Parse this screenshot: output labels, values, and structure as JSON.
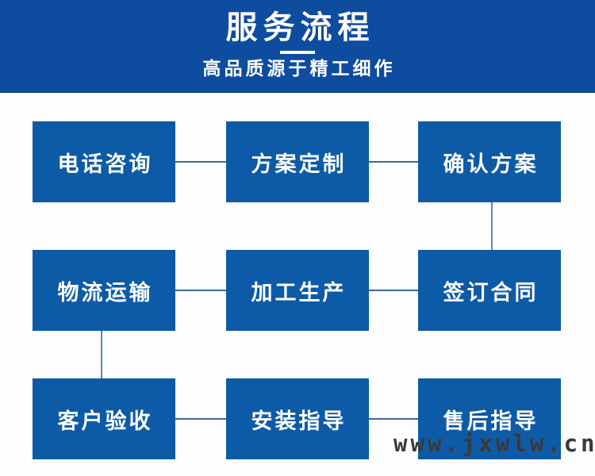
{
  "header": {
    "title": "服务流程",
    "subtitle": "高品质源于精工细作"
  },
  "flow": {
    "steps": [
      {
        "label": "电话咨询"
      },
      {
        "label": "方案定制"
      },
      {
        "label": "确认方案"
      },
      {
        "label": "物流运输"
      },
      {
        "label": "加工生产"
      },
      {
        "label": "签订合同"
      },
      {
        "label": "客户验收"
      },
      {
        "label": "安装指导"
      },
      {
        "label": "售后指导"
      }
    ]
  },
  "watermark": {
    "text": "www.jxwlw.cn"
  },
  "colors": {
    "header-bg": "#0e4c9f",
    "box-bg": "#0d5ba6",
    "box-text": "#ffffff",
    "line-h": "#3a699c",
    "line-v": "#558ab8",
    "watermark": "#3a3a3a"
  }
}
